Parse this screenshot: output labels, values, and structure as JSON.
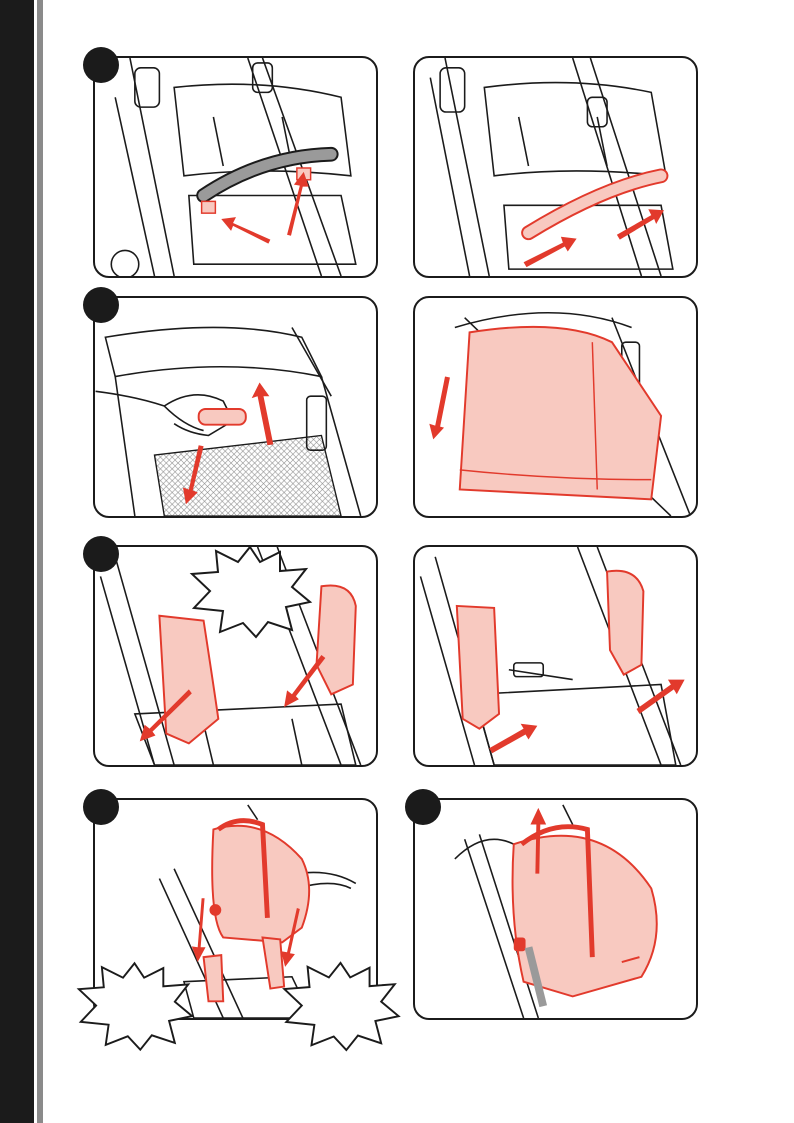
{
  "colors": {
    "line": "#1b1b1b",
    "accent_red": "#e23a2c",
    "accent_fill": "#f8c9c0",
    "grey_fill": "#9a9a9a",
    "side_bar": "#1b1b1b",
    "side_line": "#8a8a8a"
  },
  "steps": [
    {
      "number": "",
      "panel": "left"
    },
    {
      "number": "",
      "panel": "left"
    },
    {
      "number": "",
      "panel": "left"
    },
    {
      "number": "",
      "panel": "left"
    },
    {
      "number": "",
      "panel": "right"
    }
  ],
  "callouts": [
    {
      "text": ""
    },
    {
      "text": ""
    },
    {
      "text": ""
    }
  ],
  "icons": [
    "arrow-icon",
    "hand-icon",
    "bumper-bar-icon",
    "canopy-icon",
    "adapter-icon",
    "infant-seat-icon"
  ]
}
